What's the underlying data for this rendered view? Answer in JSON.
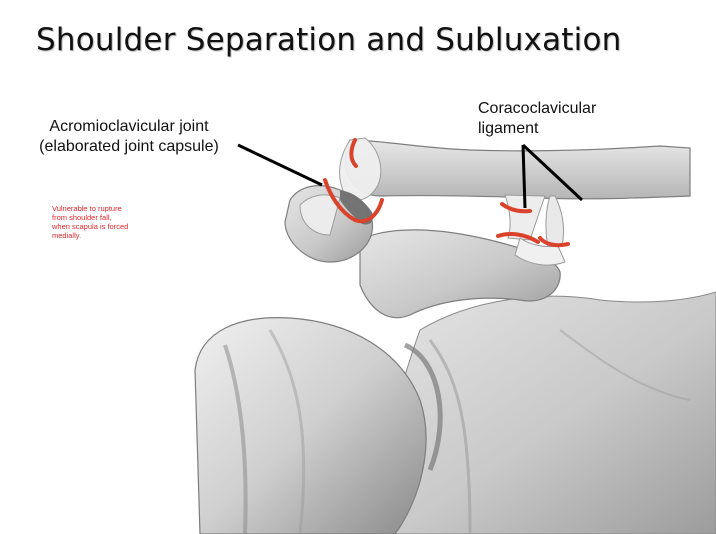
{
  "slide": {
    "title": "Shoulder Separation and Subluxation",
    "labels": {
      "acromioclavicular": [
        "Acromioclavicular joint",
        "(elaborated joint capsule)"
      ],
      "coracoclavicular": [
        "Coracoclavicular",
        "ligament"
      ]
    },
    "note": [
      "Vulnerable to rupture",
      "from shoulder fall,",
      "when scapula is forced",
      "medially."
    ]
  },
  "colors": {
    "bone": "#d4d4d4",
    "bone_shadow": "#8f8f8f",
    "ligament": "#efefef",
    "highlight_red": "#d9432b",
    "note_red": "#e4262b",
    "leader_line": "#000000"
  },
  "icons": {
    "illustration": "shoulder-anatomy-illustration"
  }
}
